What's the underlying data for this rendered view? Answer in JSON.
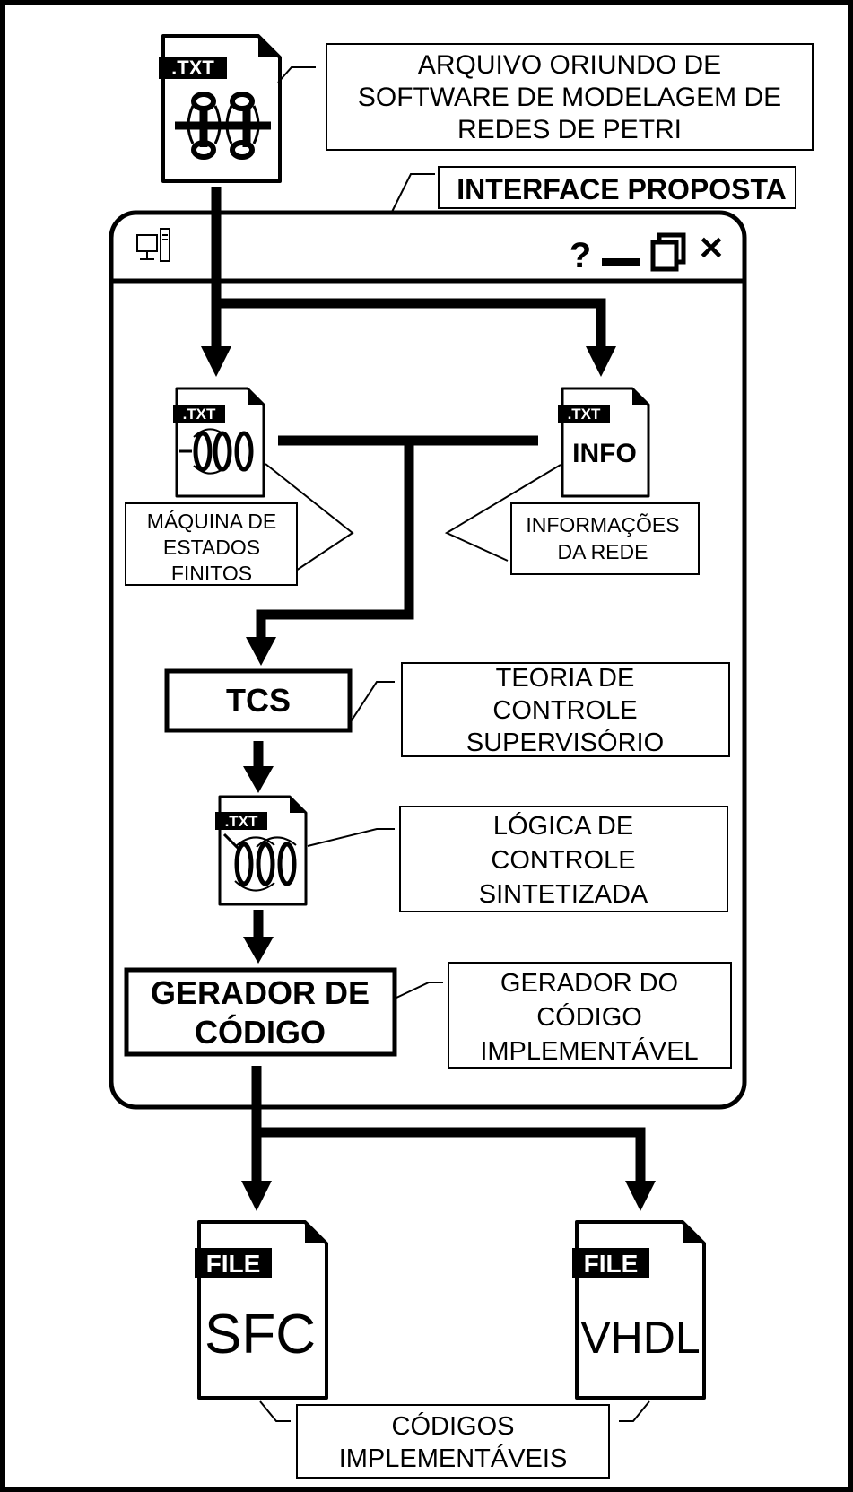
{
  "source_file": {
    "badge": ".TXT",
    "caption_lines": [
      "ARQUIVO ORIUNDO DE",
      "SOFTWARE DE MODELAGEM DE",
      "REDES DE PETRI"
    ]
  },
  "interface": {
    "title": "INTERFACE PROPOSTA",
    "window_controls": {
      "help": "?",
      "close": "✕"
    }
  },
  "fsm_file": {
    "badge": ".TXT",
    "caption_lines": [
      "MÁQUINA DE",
      "ESTADOS",
      "FINITOS"
    ]
  },
  "info_file": {
    "badge": ".TXT",
    "label": "INFO",
    "caption_lines": [
      "INFORMAÇÕES",
      "DA REDE"
    ]
  },
  "tcs": {
    "label": "TCS",
    "caption_lines": [
      "TEORIA DE",
      "CONTROLE",
      "SUPERVISÓRIO"
    ]
  },
  "logic_file": {
    "badge": ".TXT",
    "caption_lines": [
      "LÓGICA DE",
      "CONTROLE",
      "SINTETIZADA"
    ]
  },
  "generator": {
    "label_lines": [
      "GERADOR DE",
      "CÓDIGO"
    ],
    "caption_lines": [
      "GERADOR DO",
      "CÓDIGO",
      "IMPLEMENTÁVEL"
    ]
  },
  "outputs": {
    "sfc": {
      "badge": "FILE",
      "label": "SFC"
    },
    "vhdl": {
      "badge": "FILE",
      "label": "VHDL"
    },
    "caption_lines": [
      "CÓDIGOS",
      "IMPLEMENTÁVEIS"
    ]
  }
}
